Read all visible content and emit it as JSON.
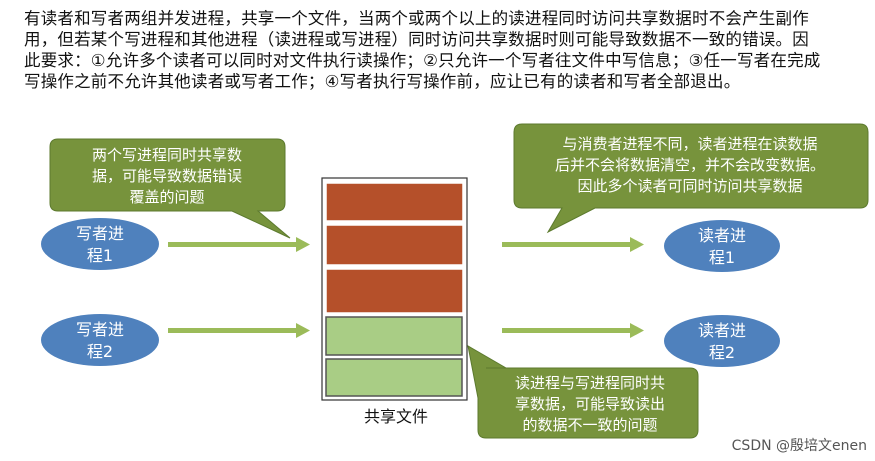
{
  "intro_text": "有读者和写者两组并发进程，共享一个文件，当两个或两个以上的读进程同时访问共享数据时不会产生副作用，但若某个写进程和其他进程（读进程或写进程）同时访问共享数据时则可能导致数据不一致的错误。因此要求：①允许多个读者可以同时对文件执行读操作；②只允许一个写者往文件中写信息；③任一写者在完成写操作之前不允许其他读者或写者工作；④写者执行写操作前，应让已有的读者和写者全部退出。",
  "writers": [
    {
      "line1": "写者进",
      "line2": "程1"
    },
    {
      "line1": "写者进",
      "line2": "程2"
    }
  ],
  "readers": [
    {
      "line1": "读者进",
      "line2": "程1"
    },
    {
      "line1": "读者进",
      "line2": "程2"
    }
  ],
  "callouts": {
    "writer_writer": [
      "两个写进程同时共享数",
      "据，可能导致数据错误",
      "覆盖的问题"
    ],
    "reader_reader": [
      "与消费者进程不同，读者进程在读数据",
      "后并不会将数据清空，并不会改变数据。",
      "因此多个读者可同时访问共享数据"
    ],
    "reader_writer": [
      "读进程与写进程同时共",
      "享数据，可能导致读出",
      "的数据不一致的问题"
    ]
  },
  "shared_file_label": "共享文件",
  "watermark": "CSDN @殷培文enen",
  "colors": {
    "callout_fill": "#77933c",
    "ellipse_fill": "#4f81bd",
    "arrow_fill": "#9bbb59",
    "block_dark": "#b5502a",
    "block_light": "#a9cd85"
  }
}
